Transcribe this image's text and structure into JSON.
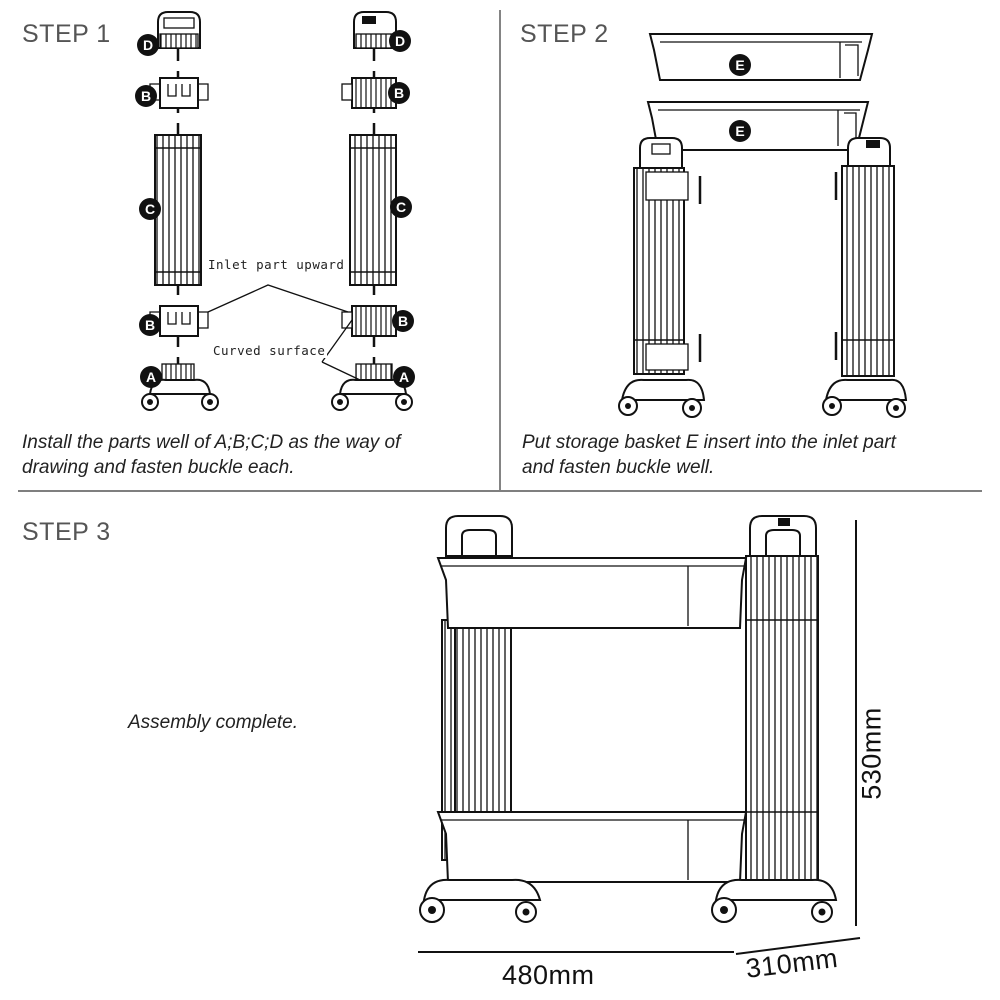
{
  "step1": {
    "title": "STEP 1",
    "caption_line1": "Install the parts well of A;B;C;D as the way of",
    "caption_line2": "drawing and fasten buckle each.",
    "note_inlet": "Inlet part upward",
    "note_curved": "Curved surface"
  },
  "step2": {
    "title": "STEP 2",
    "caption_line1": "Put storage basket E insert into the inlet part",
    "caption_line2": "and fasten buckle well."
  },
  "step3": {
    "title": "STEP 3",
    "caption": "Assembly complete.",
    "dim_height": "530mm",
    "dim_width": "480mm",
    "dim_depth": "310mm"
  },
  "part_labels": {
    "a": "A",
    "b": "B",
    "c": "C",
    "d": "D",
    "e": "E"
  },
  "colors": {
    "line": "#111111",
    "heading": "#555555",
    "label_fill": "#111111"
  }
}
